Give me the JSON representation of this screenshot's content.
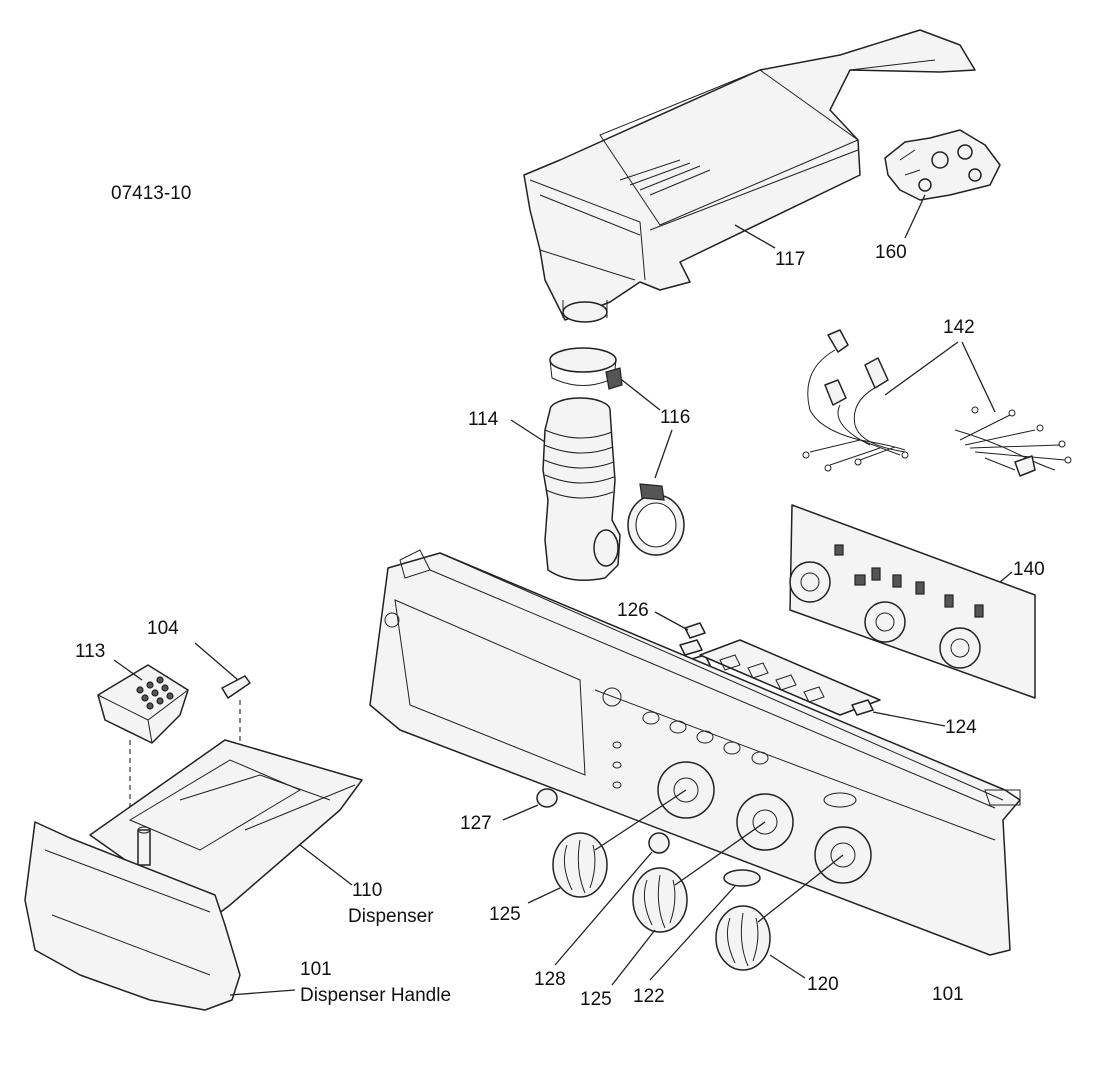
{
  "drawing_number": "07413-10",
  "labels": {
    "p117": "117",
    "p160": "160",
    "p142": "142",
    "p114": "114",
    "p116": "116",
    "p140": "140",
    "p126": "126",
    "p104": "104",
    "p113": "113",
    "p124": "124",
    "p127": "127",
    "p110": "110",
    "p110_name": "Dispenser",
    "p125a": "125",
    "p101_handle": "101",
    "p101_handle_name": "Dispenser Handle",
    "p128": "128",
    "p125b": "125",
    "p122": "122",
    "p120": "120",
    "p101": "101"
  }
}
